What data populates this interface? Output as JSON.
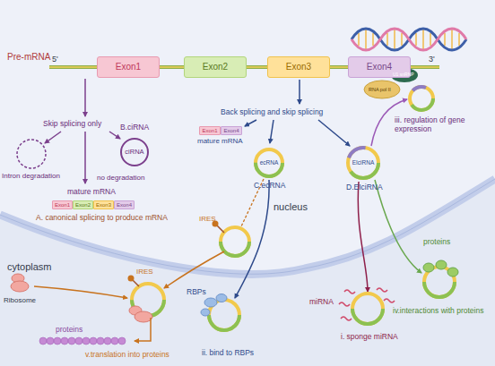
{
  "diagram": {
    "nodes": [
      {
        "text": [
          "Exon1"
        ]
      },
      {
        "text": [
          "Exon2"
        ]
      },
      {
        "text": [
          "Exon3"
        ]
      },
      {
        "text": [
          "Exon4"
        ]
      },
      {
        "text": [
          "Exon1"
        ]
      },
      {
        "text": [
          "Exon4"
        ]
      },
      {
        "text": [
          "ciRNA"
        ]
      },
      {
        "text": [
          "ecRNA"
        ]
      },
      {
        "text": [
          "EIciRNA"
        ]
      },
      {
        "text": [
          "Exon1"
        ]
      },
      {
        "text": [
          "Exon2"
        ]
      },
      {
        "text": [
          "Exon3"
        ]
      },
      {
        "text": [
          "Exon4"
        ]
      }
    ],
    "labels": [
      "Pre-mRNA",
      "5'",
      "3'",
      "Skip splicing only",
      "B.ciRNA",
      "Intron degradation",
      "no degradation",
      "mature mRNA",
      "A. canonical splicing to produce mRNA",
      "Back splicing and skip splicing",
      "mature mRNA",
      "C.ecRNA",
      "D.EIciRNA",
      "U1 snRNP",
      "RNA pol II",
      "iii. regulation of gene expression",
      "nucleus",
      "IRES",
      "cytoplasm",
      "Ribosome",
      "IRES",
      "proteins",
      "v.translation into proteins",
      "RBPs",
      "ii. bind to RBPs",
      "miRNA",
      "i. sponge miRNA",
      "proteins",
      "iv.interactions with proteins"
    ]
  }
}
